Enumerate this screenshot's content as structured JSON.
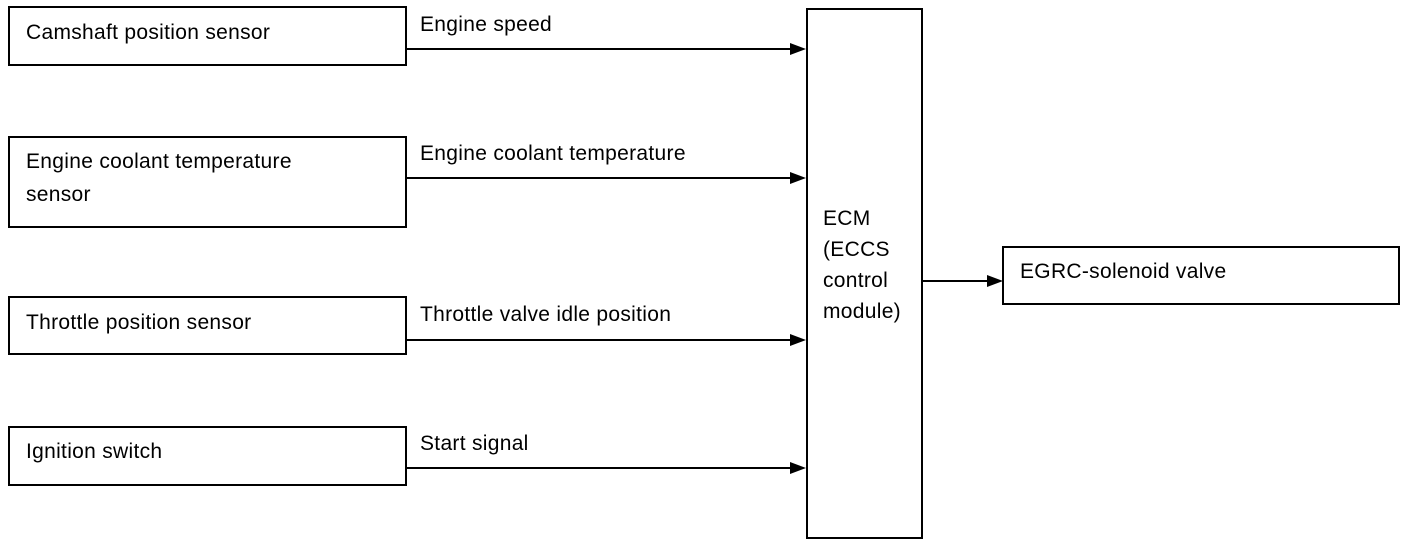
{
  "inputs": [
    {
      "label": "Camshaft position sensor",
      "signal": "Engine speed"
    },
    {
      "label": "Engine coolant temperature\nsensor",
      "signal": "Engine coolant temperature"
    },
    {
      "label": "Throttle position sensor",
      "signal": "Throttle valve idle position"
    },
    {
      "label": "Ignition switch",
      "signal": "Start signal"
    }
  ],
  "ecm": {
    "label": "ECM\n(ECCS\ncontrol\nmodule)"
  },
  "output": {
    "label": "EGRC-solenoid valve"
  }
}
